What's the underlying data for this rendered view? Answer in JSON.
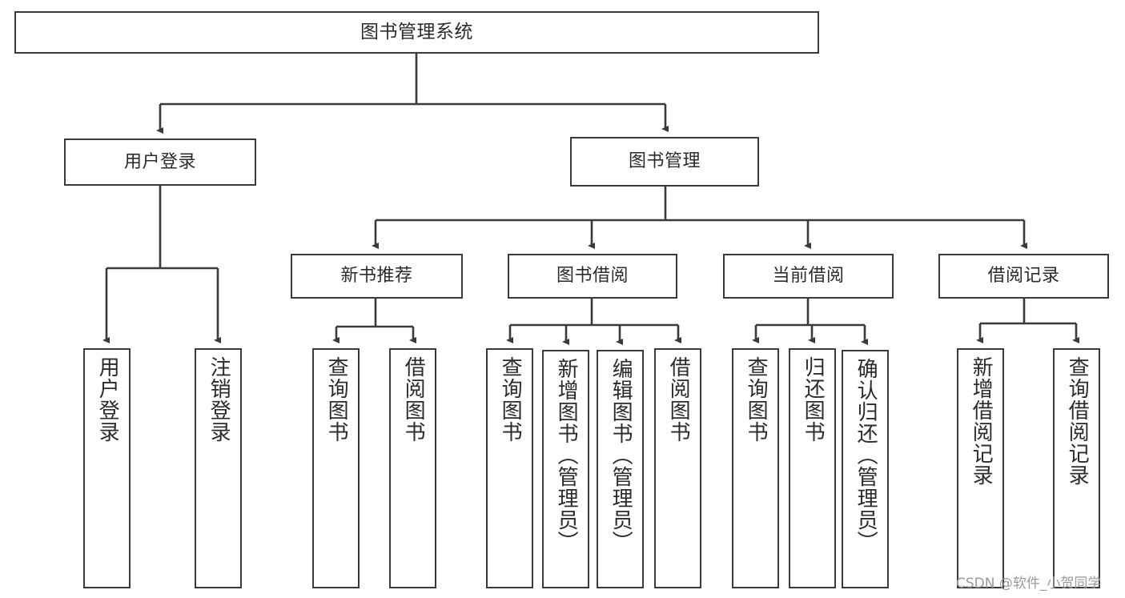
{
  "diagram": {
    "type": "tree",
    "title": "图书管理系统",
    "orientation": "top-down",
    "root": {
      "id": "root",
      "label": "图书管理系统"
    },
    "level1": [
      {
        "id": "user-login",
        "label": "用户登录"
      },
      {
        "id": "book-manage",
        "label": "图书管理"
      }
    ],
    "level2": [
      {
        "id": "new-book-rec",
        "label": "新书推荐",
        "parent": "book-manage"
      },
      {
        "id": "book-borrow",
        "label": "图书借阅",
        "parent": "book-manage"
      },
      {
        "id": "current-borrow",
        "label": "当前借阅",
        "parent": "book-manage"
      },
      {
        "id": "borrow-record",
        "label": "借阅记录",
        "parent": "book-manage"
      }
    ],
    "leaves": [
      {
        "id": "leaf-user-login",
        "label": "用户登录",
        "parent": "user-login"
      },
      {
        "id": "leaf-user-logout",
        "label": "注销登录",
        "parent": "user-login"
      },
      {
        "id": "leaf-query-book-1",
        "label": "查询图书",
        "parent": "new-book-rec"
      },
      {
        "id": "leaf-borrow-book-1",
        "label": "借阅图书",
        "parent": "new-book-rec"
      },
      {
        "id": "leaf-query-book-2",
        "label": "查询图书",
        "parent": "book-borrow"
      },
      {
        "id": "leaf-add-book",
        "label": "新增图书（管理员）",
        "parent": "book-borrow"
      },
      {
        "id": "leaf-edit-book",
        "label": "编辑图书（管理员）",
        "parent": "book-borrow"
      },
      {
        "id": "leaf-borrow-book-2",
        "label": "借阅图书",
        "parent": "book-borrow"
      },
      {
        "id": "leaf-query-book-3",
        "label": "查询图书",
        "parent": "current-borrow"
      },
      {
        "id": "leaf-return-book",
        "label": "归还图书",
        "parent": "current-borrow"
      },
      {
        "id": "leaf-confirm-return",
        "label": "确认归还（管理员）",
        "parent": "current-borrow"
      },
      {
        "id": "leaf-add-record",
        "label": "新增借阅记录",
        "parent": "borrow-record"
      },
      {
        "id": "leaf-query-record",
        "label": "查询借阅记录",
        "parent": "borrow-record"
      }
    ]
  },
  "watermark": {
    "text": "CSDN @软件_小贺同学"
  },
  "colors": {
    "stroke": "#3a3a3a",
    "box_fill": "#ffffff",
    "text": "#2b2b2b",
    "watermark": "#9b9b9b",
    "background": "#ffffff"
  }
}
